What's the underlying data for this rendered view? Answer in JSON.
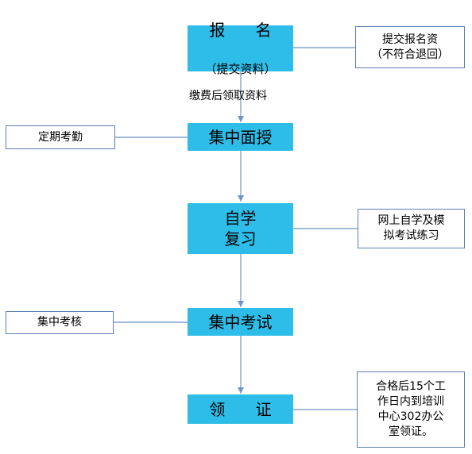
{
  "steps": {
    "register": {
      "title": "报      名",
      "subtitle": "（提交资料）"
    },
    "training": {
      "title": "集中面授"
    },
    "selfstudy": {
      "title": "自学\n复习"
    },
    "exam": {
      "title": "集中考试"
    },
    "certificate": {
      "title": "领      证"
    }
  },
  "notes": {
    "register_note": "提交报名资\n（不符合退回）",
    "attendance_note": "定期考勤",
    "selfstudy_note": "网上自学及模\n拟考试练习",
    "exam_note": "集中考核",
    "certificate_note": "合格后15个工\n作日内到培训\n中心302办公\n室领证。"
  },
  "captions": {
    "fee_caption": "缴费后领取资料"
  },
  "colors": {
    "box_fill": "#2ebde8",
    "line": "#6e95c8",
    "note_border": "#5b7fb0"
  }
}
